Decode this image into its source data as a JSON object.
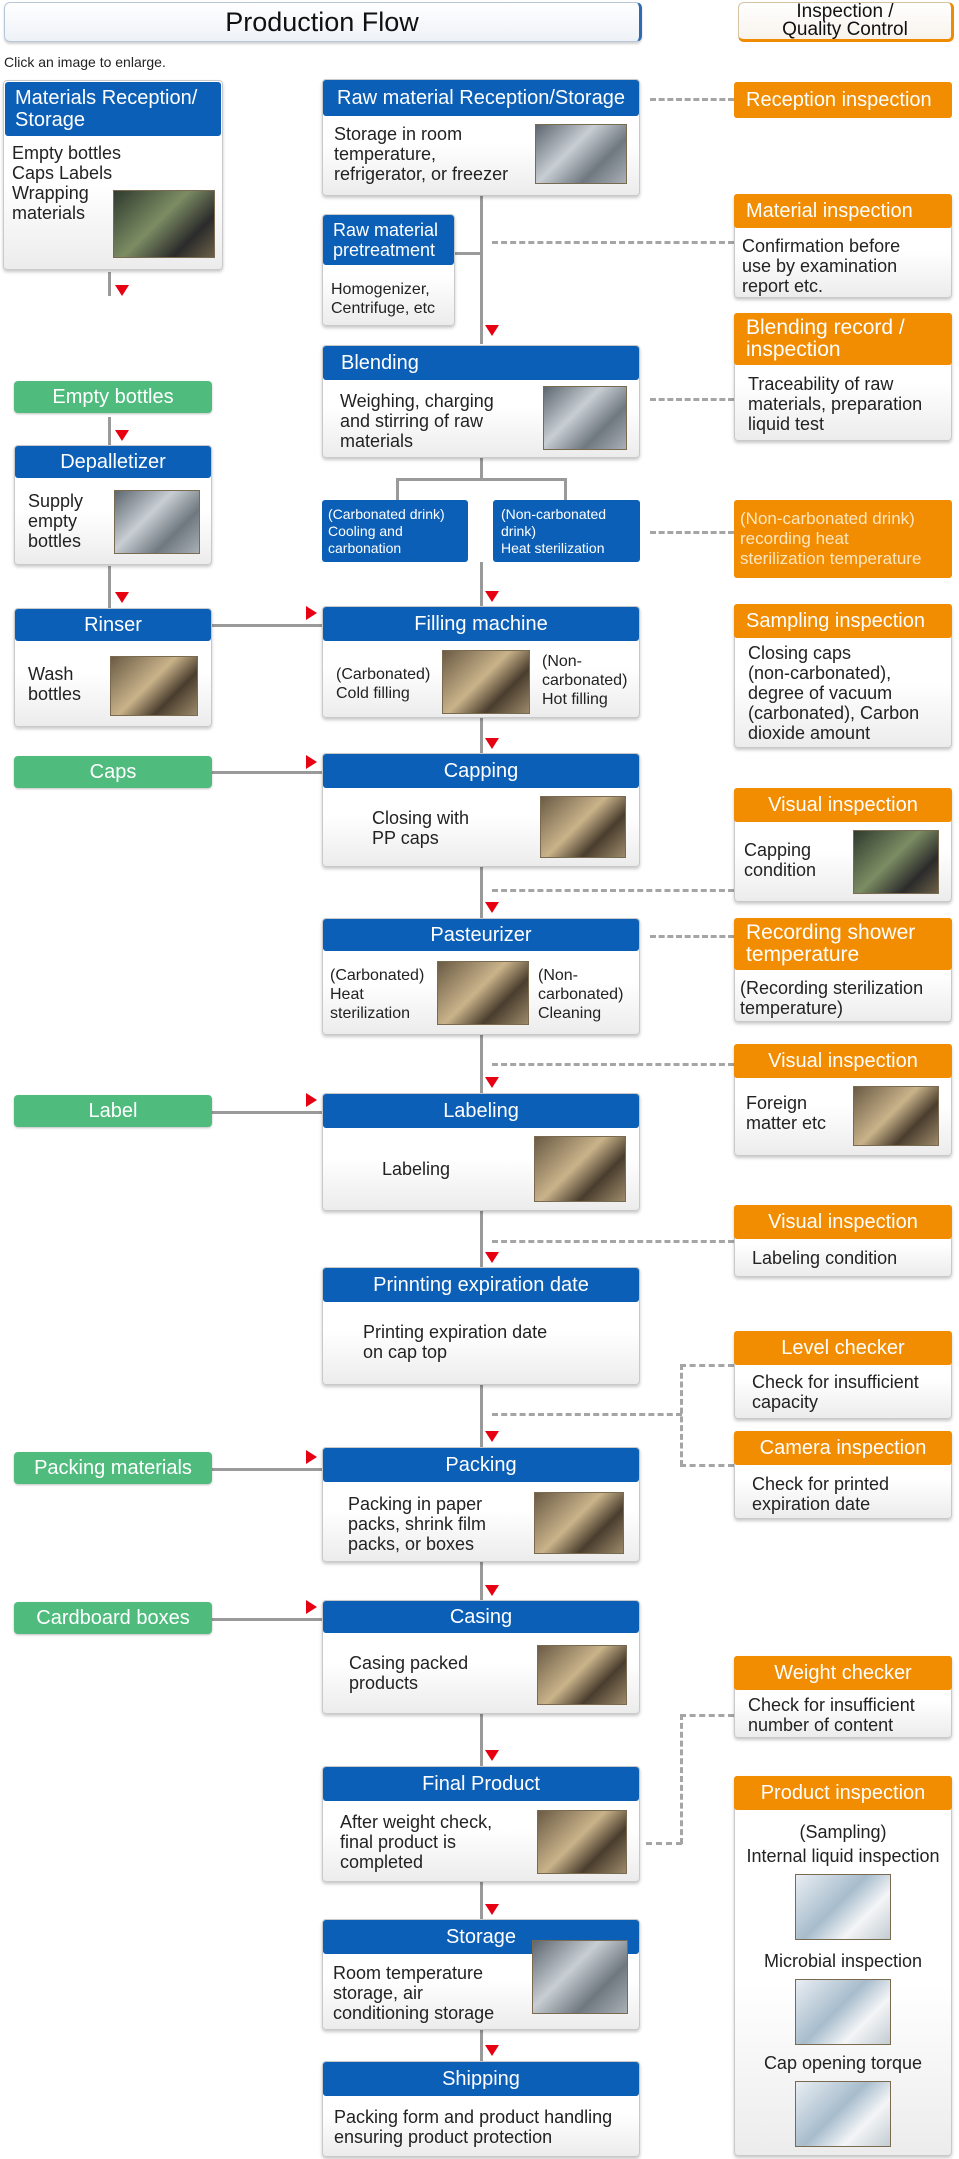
{
  "header": {
    "title": "Production Flow",
    "qc_line1": "Inspection /",
    "qc_line2": "Quality Control",
    "hint": "Click an image to enlarge."
  },
  "left": {
    "materials_title_1": "Materials Reception/",
    "materials_title_2": "Storage",
    "materials_body": [
      "Empty bottles",
      "Caps Labels",
      "Wrapping",
      "materials"
    ],
    "empty_bottles": "Empty bottles",
    "depalletizer_title": "Depalletizer",
    "depalletizer_body": [
      "Supply",
      "empty",
      "bottles"
    ],
    "rinser_title": "Rinser",
    "rinser_body": [
      "Wash",
      "bottles"
    ],
    "caps": "Caps",
    "label": "Label",
    "packing_materials": "Packing materials",
    "cardboard_boxes": "Cardboard boxes"
  },
  "center": {
    "raw_storage_title": "Raw material Reception/Storage",
    "raw_storage_body": [
      "Storage in room",
      "temperature,",
      "refrigerator, or freezer"
    ],
    "pretreatment_title": [
      "Raw material",
      "pretreatment"
    ],
    "pretreatment_body": [
      "Homogenizer,",
      "Centrifuge, etc"
    ],
    "blending_title": "Blending",
    "blending_body": [
      "Weighing, charging",
      "and stirring of raw",
      "materials"
    ],
    "carbonated_box": [
      "(Carbonated drink)",
      "Cooling and",
      "carbonation"
    ],
    "noncarbonated_box": [
      "(Non-carbonated",
      "drink)",
      "Heat sterilization"
    ],
    "filling_title": "Filling machine",
    "filling_left": [
      "(Carbonated)",
      "Cold filling"
    ],
    "filling_right": [
      "(Non-",
      "carbonated)",
      "Hot filling"
    ],
    "capping_title": "Capping",
    "capping_body": [
      "Closing with",
      "PP caps"
    ],
    "pasteurizer_title": "Pasteurizer",
    "pasteurizer_left": [
      "(Carbonated)",
      "Heat",
      "sterilization"
    ],
    "pasteurizer_right": [
      "(Non-",
      "carbonated)",
      "Cleaning"
    ],
    "labeling_title": "Labeling",
    "labeling_body": "Labeling",
    "printing_title": "Prinnting expiration date",
    "printing_body": [
      "Printing expiration date",
      "on cap top"
    ],
    "packing_title": "Packing",
    "packing_body": [
      "Packing in paper",
      "packs, shrink film",
      "packs, or boxes"
    ],
    "casing_title": "Casing",
    "casing_body": [
      "Casing packed",
      "products"
    ],
    "final_title": "Final Product",
    "final_body": [
      "After weight check,",
      "final product is",
      "completed"
    ],
    "storage_title": "Storage",
    "storage_body": [
      "Room temperature",
      "storage, air",
      "conditioning storage"
    ],
    "shipping_title": "Shipping",
    "shipping_body": [
      "Packing form and product handling",
      "ensuring product protection"
    ]
  },
  "right": {
    "reception_inspection": "Reception inspection",
    "material_inspection": "Material inspection",
    "material_inspection_body": [
      "Confirmation before",
      "use by examination",
      "report etc."
    ],
    "blending_record": [
      "Blending record /",
      "inspection"
    ],
    "blending_record_body": [
      "Traceability of raw",
      "materials, preparation",
      "liquid test"
    ],
    "noncarb_record": [
      "(Non-carbonated drink)",
      "recording heat",
      "sterilization temperature"
    ],
    "sampling_inspection": "Sampling inspection",
    "sampling_body": [
      "Closing caps",
      "(non-carbonated),",
      "degree of vacuum",
      "(carbonated), Carbon",
      "dioxide amount"
    ],
    "visual_inspection_1": "Visual inspection",
    "visual_1_body": [
      "Capping",
      "condition"
    ],
    "recording_shower": [
      "Recording shower",
      "temperature"
    ],
    "recording_shower_body": [
      "(Recording sterilization",
      "temperature)"
    ],
    "visual_inspection_2": "Visual inspection",
    "visual_2_body": [
      "Foreign",
      "matter etc"
    ],
    "visual_inspection_3": "Visual inspection",
    "visual_3_body": "Labeling condition",
    "level_checker": "Level checker",
    "level_checker_body": [
      "Check for insufficient",
      "capacity"
    ],
    "camera_inspection": "Camera inspection",
    "camera_body": [
      "Check for printed",
      "expiration date"
    ],
    "weight_checker": "Weight checker",
    "weight_body": [
      "Check for insufficient",
      "number of content"
    ],
    "product_inspection": "Product inspection",
    "product_sampling": "(Sampling)",
    "product_internal": "Internal liquid inspection",
    "product_microbial": "Microbial inspection",
    "product_cap": "Cap opening torque"
  },
  "colors": {
    "process_blue": "#0b5fb7",
    "input_green": "#4fbc7e",
    "inspection_orange": "#f28c00",
    "arrow_red": "#e60012"
  }
}
